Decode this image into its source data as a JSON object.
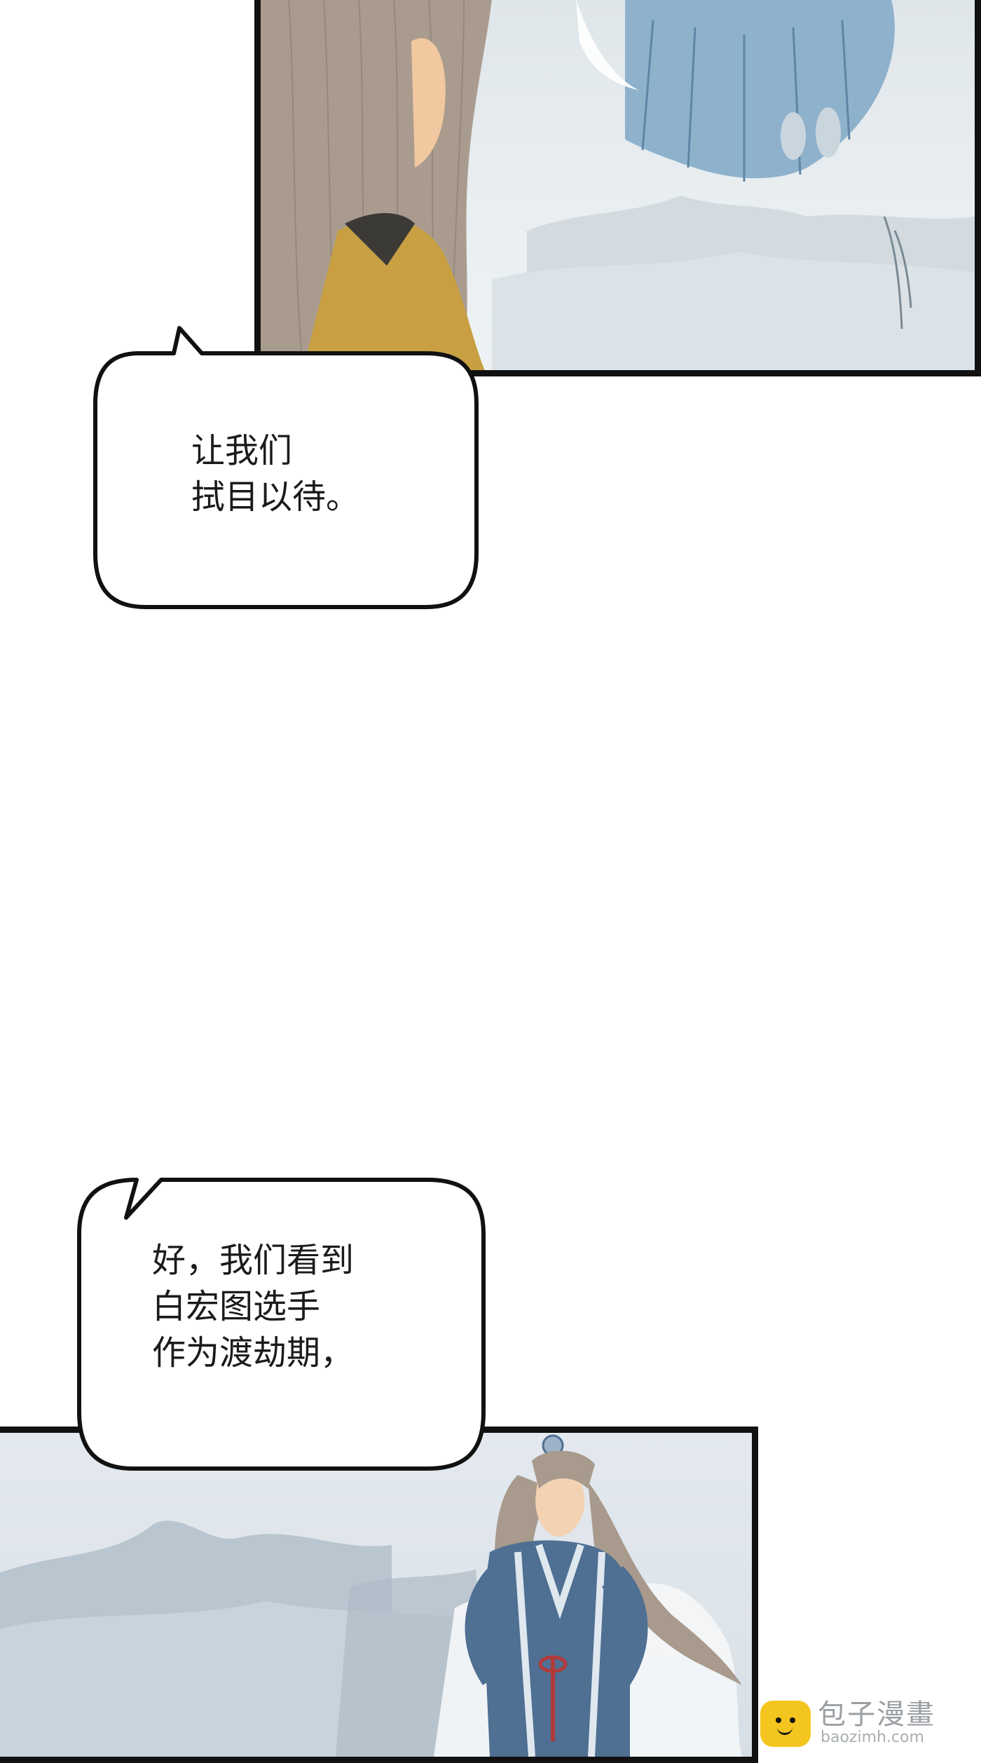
{
  "bubbles": [
    {
      "lines": [
        "让我们",
        "拭目以待。"
      ]
    },
    {
      "lines": [
        "好，我们看到",
        "白宏图选手",
        "作为渡劫期，"
      ]
    }
  ],
  "watermark": {
    "name": "包子漫畫",
    "site": "baozimh.com",
    "icon": "bun-face-icon",
    "color": "#f4c51f"
  },
  "colors": {
    "border": "#111111",
    "sky": "#e6ecef",
    "robe_blue": "#4f6f93",
    "hair": "#a89a8c",
    "gold_robe": "#c8a043"
  }
}
